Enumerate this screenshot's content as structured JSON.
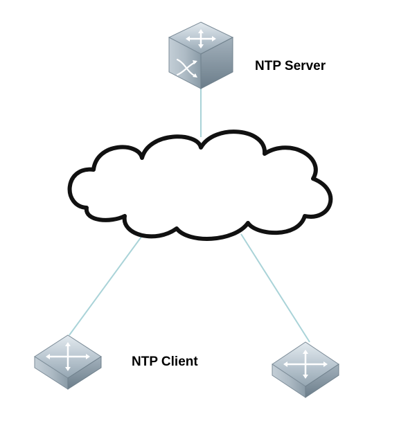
{
  "diagram": {
    "server_label": "NTP Server",
    "client_label": "NTP Client",
    "nodes": [
      {
        "id": "ntp-server",
        "role": "server",
        "icon": "layer3-switch-icon"
      },
      {
        "id": "cloud",
        "role": "network",
        "icon": "cloud-icon"
      },
      {
        "id": "client-left",
        "role": "client",
        "icon": "switch-icon"
      },
      {
        "id": "client-right",
        "role": "client",
        "icon": "switch-icon"
      }
    ],
    "links": [
      {
        "from": "ntp-server",
        "to": "cloud"
      },
      {
        "from": "cloud",
        "to": "client-left"
      },
      {
        "from": "cloud",
        "to": "client-right"
      }
    ],
    "colors": {
      "link": "#a9d3d8",
      "cloud_stroke": "#111111",
      "device_top": "#b9c6d0",
      "device_side": "#7f919e"
    }
  }
}
